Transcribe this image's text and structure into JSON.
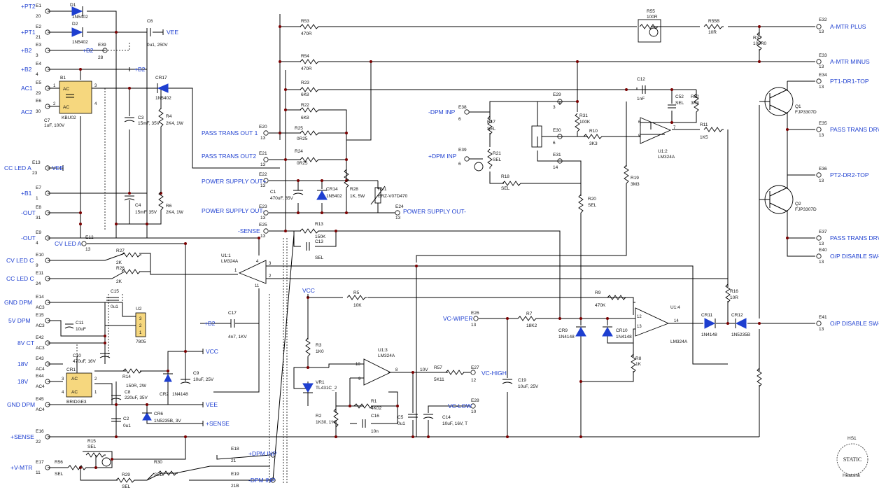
{
  "net_labels": {
    "pt2": "+PT2",
    "pt1": "+PT1",
    "b2a": "+B2",
    "b2b": "+B2",
    "ac1": "AC1",
    "ac2": "AC2",
    "cc_led_a": "CC LED A",
    "b1": "+B1",
    "out1": "-OUT",
    "out2": "-OUT",
    "cv_led_c": "CV LED C",
    "cc_led_c": "CC LED C",
    "gnd_dpm1": "GND DPM",
    "v5_dpm": "5V DPM",
    "v8_ct": "8V CT",
    "v18a": "18V",
    "v18b": "18V",
    "gnd_dpm2": "GND DPM",
    "sense_plus": "+SENSE",
    "v_mtr": "+V-MTR",
    "pass_out1": "PASS TRANS OUT 1",
    "pass_out2": "PASS TRANS OUT2",
    "ps_out_plus": "POWER SUPPLY OUT+",
    "ps_out_minus": "POWER SUPPLY OUT-",
    "ps_out_minus2": "POWER SUPPLY OUT-",
    "sense_minus": "-SENSE",
    "cv_led_a": "CV LED A",
    "dpm_inp_minus": "-DPM INP",
    "dpm_inp_plus": "+DPM INP",
    "vc_wiper": "VC-WIPER",
    "vc_high": "VC-HIGH",
    "vc_low": "VC-LOW",
    "dpm_inp_plus2": "+DPM INP",
    "dpm_inp_minus2": "-DPM INP",
    "a_mtr_plus": "A-MTR PLUS",
    "a_mtr_minus": "A-MTR MINUS",
    "pt1_dr1_top": "PT1-DR1-TOP",
    "pass_drv1": "PASS TRANS DRV1",
    "pt2_dr2_top": "PT2-DR2-TOP",
    "pass_drv2": "PASS TRANS DRV2",
    "op_dis1": "O/P DISABLE SW-1",
    "op_dis2": "O/P DISABLE SW-2",
    "vee1": "VEE",
    "vee2": "VEE",
    "vee3": "VEE",
    "vcc1": "VCC",
    "vcc2": "VCC",
    "b2_loc1": "+B2",
    "b2_loc2": "+B2",
    "b2_loc3": "+B2",
    "sense_loc": "+SENSE",
    "v10": "10V"
  },
  "terminals": {
    "e1": "E1",
    "e1n": "20",
    "e2": "E2",
    "e2n": "21",
    "e3": "E3",
    "e3n": "3",
    "e4": "E4",
    "e4n": "4",
    "e5": "E5",
    "e5n": "29",
    "e6": "E6",
    "e6n": "30",
    "e13": "E13",
    "e13n": "23",
    "e7": "E7",
    "e7n": "1",
    "e8": "E8",
    "e8n": "31",
    "e9": "E9",
    "e9n": "4",
    "e10": "E10",
    "e10n": "9",
    "e11": "E11",
    "e11n": "24",
    "e14": "E14",
    "e14n": "AC3",
    "e15": "E15",
    "e15n": "AC3",
    "e42": "E42",
    "e42n": "AC3",
    "e43": "E43",
    "e43n": "AC4",
    "e44": "E44",
    "e44n": "AC4",
    "e45": "E45",
    "e45n": "AC4",
    "e16": "E16",
    "e16n": "22",
    "e17": "E17",
    "e17n": "11",
    "e39": "E39",
    "e39n": "28",
    "e20": "E20",
    "e20n": "13",
    "e21": "E21",
    "e21n": "13",
    "e22": "E22",
    "e22n": "13",
    "e23": "E23",
    "e23n": "13",
    "e24": "E24",
    "e24n": "13",
    "e25": "E25",
    "e25n": "13",
    "e12": "E12",
    "e12n": "13",
    "e18": "E18",
    "e18n": "21",
    "e19": "E19",
    "e19n": "21B",
    "e38": "E38",
    "e38n": "6",
    "e39b": "E39",
    "e39bn": "6",
    "e29": "E29",
    "e29n": "3",
    "e30": "E30",
    "e30n": "6",
    "e31": "E31",
    "e31n": "14",
    "e26": "E26",
    "e26n": "13",
    "e27": "E27",
    "e27n": "12",
    "e28": "E28",
    "e28n": "10",
    "e32": "E32",
    "e32n": "13",
    "e33": "E33",
    "e33n": "13",
    "e34": "E34",
    "e34n": "13",
    "e35": "E35",
    "e35n": "13",
    "e36": "E36",
    "e36n": "13",
    "e37": "E37",
    "e37n": "13",
    "e40": "E40",
    "e40n": "13",
    "e41": "E41",
    "e41n": "13"
  },
  "components": {
    "d1": "D1",
    "d1v": "1N5402",
    "d2": "D2",
    "d2v": "1N5402",
    "c6": "C6",
    "c6v": "0u1, 250V",
    "b1": "B1",
    "b1v": "KBU02",
    "b1ac1": "AC",
    "b1ac2": "AC",
    "b1p1": "1",
    "b1p2": "2",
    "b1p3": "3",
    "b1p4": "4",
    "c7": "C7",
    "c7v": "1uF, 100V",
    "cr17": "CR17",
    "cr17v": "1N5402",
    "c3": "C3",
    "c3v": "15mF, 35V",
    "r4": "R4",
    "r4v": "2K4, 1W",
    "c4": "C4",
    "c4v": "15mF, 35V",
    "r6": "R6",
    "r6v": "2K4, 1W",
    "r27": "R27",
    "r27v": "2K",
    "r26": "R26",
    "r26v": "2K",
    "u1_1": "U1:1",
    "u1_1v": "LM324A",
    "c15": "C15",
    "c15v": "0u1",
    "c11": "C11",
    "c11v": "10uF",
    "u2": "U2",
    "u2v": "7805",
    "u2p1": "3",
    "u2p2": "2",
    "u2p3": "1",
    "c17": "C17",
    "c17v": "4n7, 1KV",
    "c10": "C10",
    "c10v": "470uF, 16V",
    "cr1": "CR1",
    "cr1v": "BRIDGE3",
    "cr1ac1": "AC",
    "cr1ac2": "AC",
    "cr1p3": "3",
    "cr1p4": "4",
    "cr1p2": "2",
    "cr1p1": "1",
    "r14": "R14",
    "r14v": "150R, 2W",
    "c8": "C8",
    "c8v": "220uF, 35V",
    "c9": "C9",
    "c9v": "10uF, 25V",
    "cr2": "CR2",
    "cr2v": "1N4148",
    "c2": "C2",
    "c2v": "0u1",
    "cr6": "CR6",
    "cr6v": "1N5235B, 3V",
    "r15": "R15",
    "r15v": "SEL",
    "r56": "R56",
    "r56v": "SEL",
    "r29": "R29",
    "r29v": "SEL",
    "r30": "R30",
    "r30v": "SEL",
    "r53": "R53",
    "r53v": "470R",
    "r54": "R54",
    "r54v": "470R",
    "r23": "R23",
    "r23v": "6K8",
    "r22": "R22",
    "r22v": "6K8",
    "r25": "R25",
    "r25v": "0R25",
    "r24": "R24",
    "r24v": "0R25",
    "c1": "C1",
    "c1v": "470uF, 35V",
    "cr14": "CR14",
    "cr14v": "1N5402",
    "r28": "R28",
    "r28v": "1K, 5W",
    "rv1": "RV1",
    "rv1v": "ERZ-V07D470",
    "r13": "R13",
    "r13v": "150K",
    "c13": "C13",
    "c13v": "SEL",
    "r17": "R17",
    "r17v": "SEL",
    "r21": "R21",
    "r21v": "SEL",
    "r18": "R18",
    "r18v": "SEL",
    "r55": "R55",
    "r55v": "100R",
    "r55b": "R55B",
    "r55bv": "10R",
    "r32": "R32",
    "r32v": "100R0",
    "c12": "C12",
    "c12v": "1nF",
    "c52": "C52",
    "c52v": "SEL",
    "r52": "R52",
    "r52v": "3K3",
    "r31": "R31",
    "r31v": "100K",
    "r10": "R10",
    "r10v": "3K3",
    "u1_2": "U1:2",
    "u1_2v": "LM324A",
    "u1_2p6": "6",
    "u1_2p5": "5",
    "u1_2p7": "7",
    "r11": "R11",
    "r11v": "1K5",
    "r19": "R19",
    "r19v": "3M3",
    "r20": "R20",
    "r20v": "SEL",
    "q1": "Q1",
    "q1v": "FJP3307D",
    "q2": "Q2",
    "q2v": "FJP3307D",
    "r16": "R16",
    "r16v": "10R",
    "r5": "R5",
    "r5v": "10K",
    "r9": "R9",
    "r9v": "470K",
    "r7": "R7",
    "r7v": "18K2",
    "cr9": "CR9",
    "cr9v": "1N4148",
    "cr10": "CR10",
    "cr10v": "1N4148",
    "u1_4": "U1:4",
    "u1_4v": "LM324A",
    "u1_4p12": "12",
    "u1_4p13": "13",
    "u1_4p14": "14",
    "cr11": "CR11",
    "cr11v": "1N4148",
    "cr12": "CR12",
    "cr12v": "1N5235B",
    "r8": "R8",
    "r8v": "1K",
    "r3": "R3",
    "r3v": "1K0",
    "vr1": "VR1",
    "vr1v": "TL431C_2",
    "r2": "R2",
    "r2v": "1K30, 1%",
    "u1_3": "U1:3",
    "u1_3v": "LM324A",
    "u1_3p10": "10",
    "u1_3p9": "9",
    "u1_3p8": "8",
    "r1": "R1",
    "r1v": "4K02",
    "c16": "C16",
    "c16v": "10n",
    "r57": "R57",
    "r57v": "5K11",
    "c5": "C5",
    "c5v": "0u1",
    "c14": "C14",
    "c14v": "10uF, 16V, T",
    "c19": "C19",
    "c19v": "10uF, 25V",
    "u1_1p3": "3",
    "u1_1p2": "2",
    "u1_1p1": "1",
    "u1_1p4": "4",
    "u1_1p11": "11",
    "hs1": "HS1",
    "hs1_label": "STATIC",
    "hs1v": "Heatsink"
  }
}
